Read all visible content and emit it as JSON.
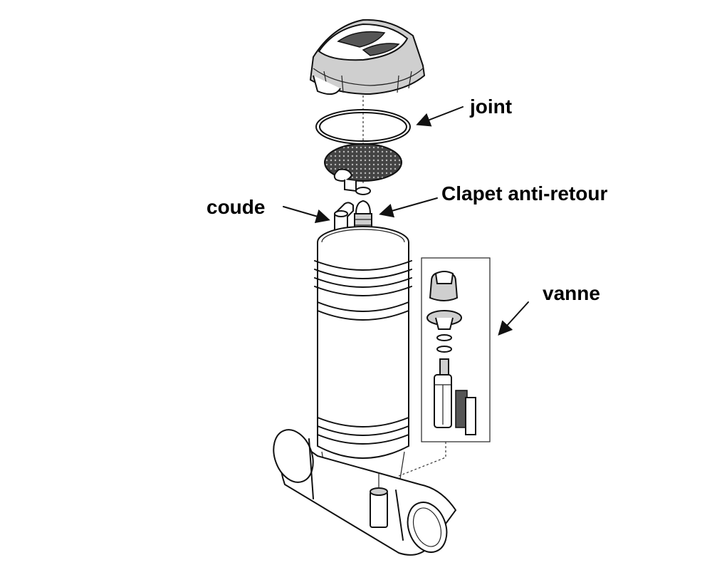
{
  "labels": {
    "joint": "joint",
    "clapet": "Clapet anti-retour",
    "coude": "coude",
    "vanne": "vanne"
  },
  "colors": {
    "line": "#111111",
    "background": "#ffffff"
  }
}
